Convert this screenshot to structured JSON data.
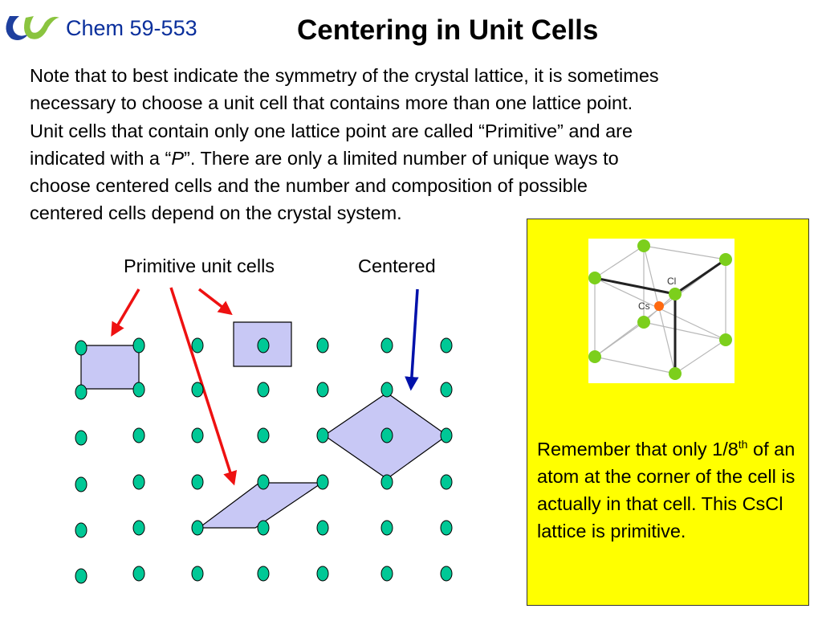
{
  "header": {
    "course": "Chem 59-553",
    "title": "Centering in Unit Cells"
  },
  "body": {
    "line1": "Note that to best indicate the symmetry of the crystal lattice, it is sometimes",
    "line2": "necessary to choose a unit cell that contains more than one lattice point.",
    "line3": "Unit cells that contain only one lattice point are called “Primitive” and are",
    "line4_pre": "indicated with a “",
    "line4_symbol": "P",
    "line4_post": "”.  There are only a limited number of unique ways to",
    "line5": "choose centered cells and the number and composition of possible",
    "line6": "centered cells depend on the crystal system."
  },
  "diagram": {
    "label_primitive": "Primitive unit cells",
    "label_centered": "Centered",
    "colors": {
      "lattice_point": "#00c896",
      "cell_fill": "#c8c8f5",
      "primitive_arrow": "#ee1111",
      "centered_arrow": "#0011aa"
    }
  },
  "cscl_figure": {
    "cl_label": "Cl",
    "cs_label": "Cs",
    "colors": {
      "cl_atom": "#7ccf1c",
      "cs_atom": "#ff6a10"
    }
  },
  "note": {
    "text1": "Remember that only 1/8",
    "sup": "th",
    "text2": " of an atom at the corner of the cell is actually in that cell.  This CsCl lattice is primitive."
  },
  "colors": {
    "course": "#0a2f9c",
    "note_box": "#ffff00"
  }
}
